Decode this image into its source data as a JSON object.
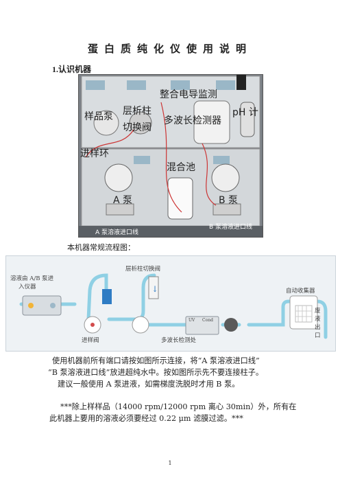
{
  "document": {
    "title": "蛋白质纯化仪使用说明",
    "section_heading": "1.认识机器",
    "photo_labels": {
      "conductivity": "整合电导监测",
      "sample_pump": "样品泵",
      "column_valve_line1": "层析柱",
      "column_valve_line2": "切换阀",
      "ph_meter": "pH 计",
      "multi_wavelength": "多波长检测器",
      "inject_loop": "进样环",
      "mixer": "混合池",
      "pump_a": "A 泵",
      "pump_b": "B 泵",
      "pump_a_inlet": "A 泵溶液进口线",
      "pump_b_inlet": "B 泵溶液进口线"
    },
    "flow_caption": "本机器常规流程图：",
    "flow_labels": {
      "solution_in_line1": "溶液由 A/B 泵进",
      "solution_in_line2": "入仪器",
      "column_valve": "层析柱切换阀",
      "collector": "自动收集器",
      "inject_valve": "进样阀",
      "uv_detect": "多波长检测处",
      "waste": "废液出口",
      "uv_chip_1": "UV",
      "uv_chip_2": "Cond"
    },
    "para1_line1": "使用机器前所有端口请按如图所示连接，将“A 泵溶液进口线”",
    "para1_line2": "“B 泵溶液进口线”放进超纯水中。按如图所示先不要连接柱子。",
    "para1_line3": "建议一般使用 A 泵进液，如需梯度洗脱时才用 B 泵。",
    "para2_line1": "***除上样样品（14000 rpm/12000 rpm 离心 30min）外，所有在",
    "para2_line2": "此机器上要用的溶液必须要经过 0.22 μm 滤膜过滤。***",
    "page_number": "1"
  }
}
